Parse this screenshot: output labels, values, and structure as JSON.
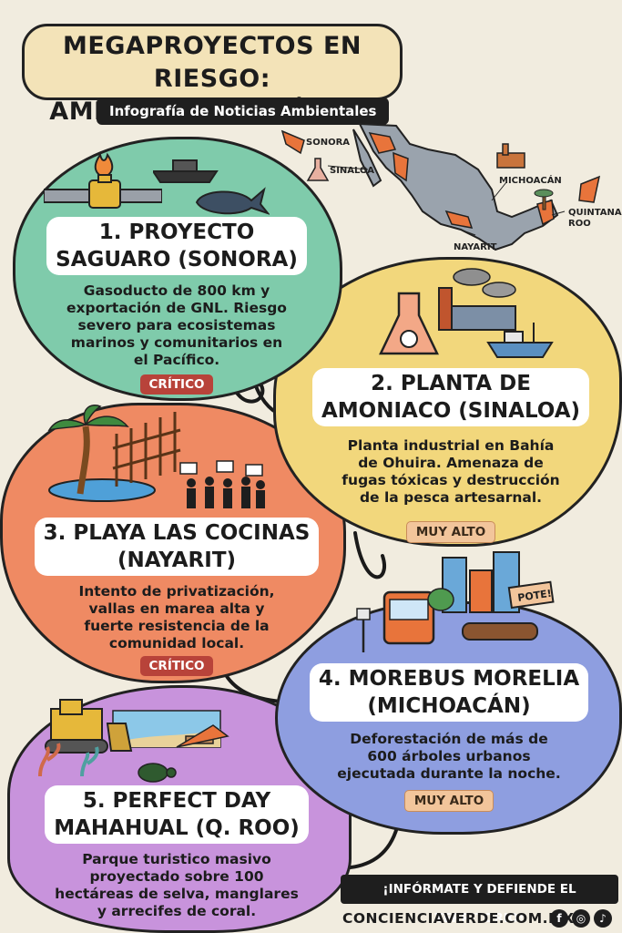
{
  "header": {
    "title_line1": "MEGAPROYECTOS EN RIESGO:",
    "title_line2": "AMENAZAS EN MÉXICO",
    "subtitle": "Infografía de Noticias Ambientales"
  },
  "map": {
    "labels": [
      "SONORA",
      "SINALOA",
      "MICHOACÁN",
      "QUINTANA ROO",
      "NAYARIT"
    ]
  },
  "cards": [
    {
      "title_line1": "1. PROYECTO",
      "title_line2": "SAGUARO (SONORA)",
      "text": [
        "Gasoducto de 800 km y",
        "exportación de GNL. Riesgo",
        "severo para ecosistemas",
        "marinos y comunitarios en",
        "el Pacífico."
      ],
      "badge": "CRÍTICO",
      "color": "#7fcbab"
    },
    {
      "title_line1": "2. PLANTA DE",
      "title_line2": "AMONIACO (SINALOA)",
      "text": [
        "Planta industrial en Bahía",
        "de Ohuira. Amenaza de",
        "fugas tóxicas y destrucción",
        "de la pesca artesarnal."
      ],
      "badge": "MUY ALTO",
      "color": "#f2d77c"
    },
    {
      "title_line1": "3. PLAYA LAS COCINAS",
      "title_line2": "(NAYARIT)",
      "text": [
        "Intento de privatización,",
        "vallas en marea alta y",
        "fuerte resistencia de la",
        "comunidad local."
      ],
      "badge": "CRÍTICO",
      "color": "#ef8a63"
    },
    {
      "title_line1": "4. MOREBUS MORELIA",
      "title_line2": "(MICHOACÁN)",
      "text": [
        "Deforestación de más de",
        "600 árboles urbanos",
        "ejecutada durante la noche."
      ],
      "badge": "MUY ALTO",
      "color": "#8e9ee0"
    },
    {
      "title_line1": "5. PERFECT DAY",
      "title_line2": "MAHAHUAL (Q. ROO)",
      "text": [
        "Parque turistico masivo",
        "proyectado sobre 100",
        "hectáreas de selva, manglares",
        "y arrecifes de coral."
      ],
      "color": "#c893dc"
    }
  ],
  "footer": {
    "cta": "¡INFÓRMATE Y DEFIENDE EL TERRITORIO!",
    "site": "CONCIENCIAVERDE.COM.MX",
    "social": [
      "facebook-icon",
      "instagram-icon",
      "tiktok-icon"
    ]
  }
}
